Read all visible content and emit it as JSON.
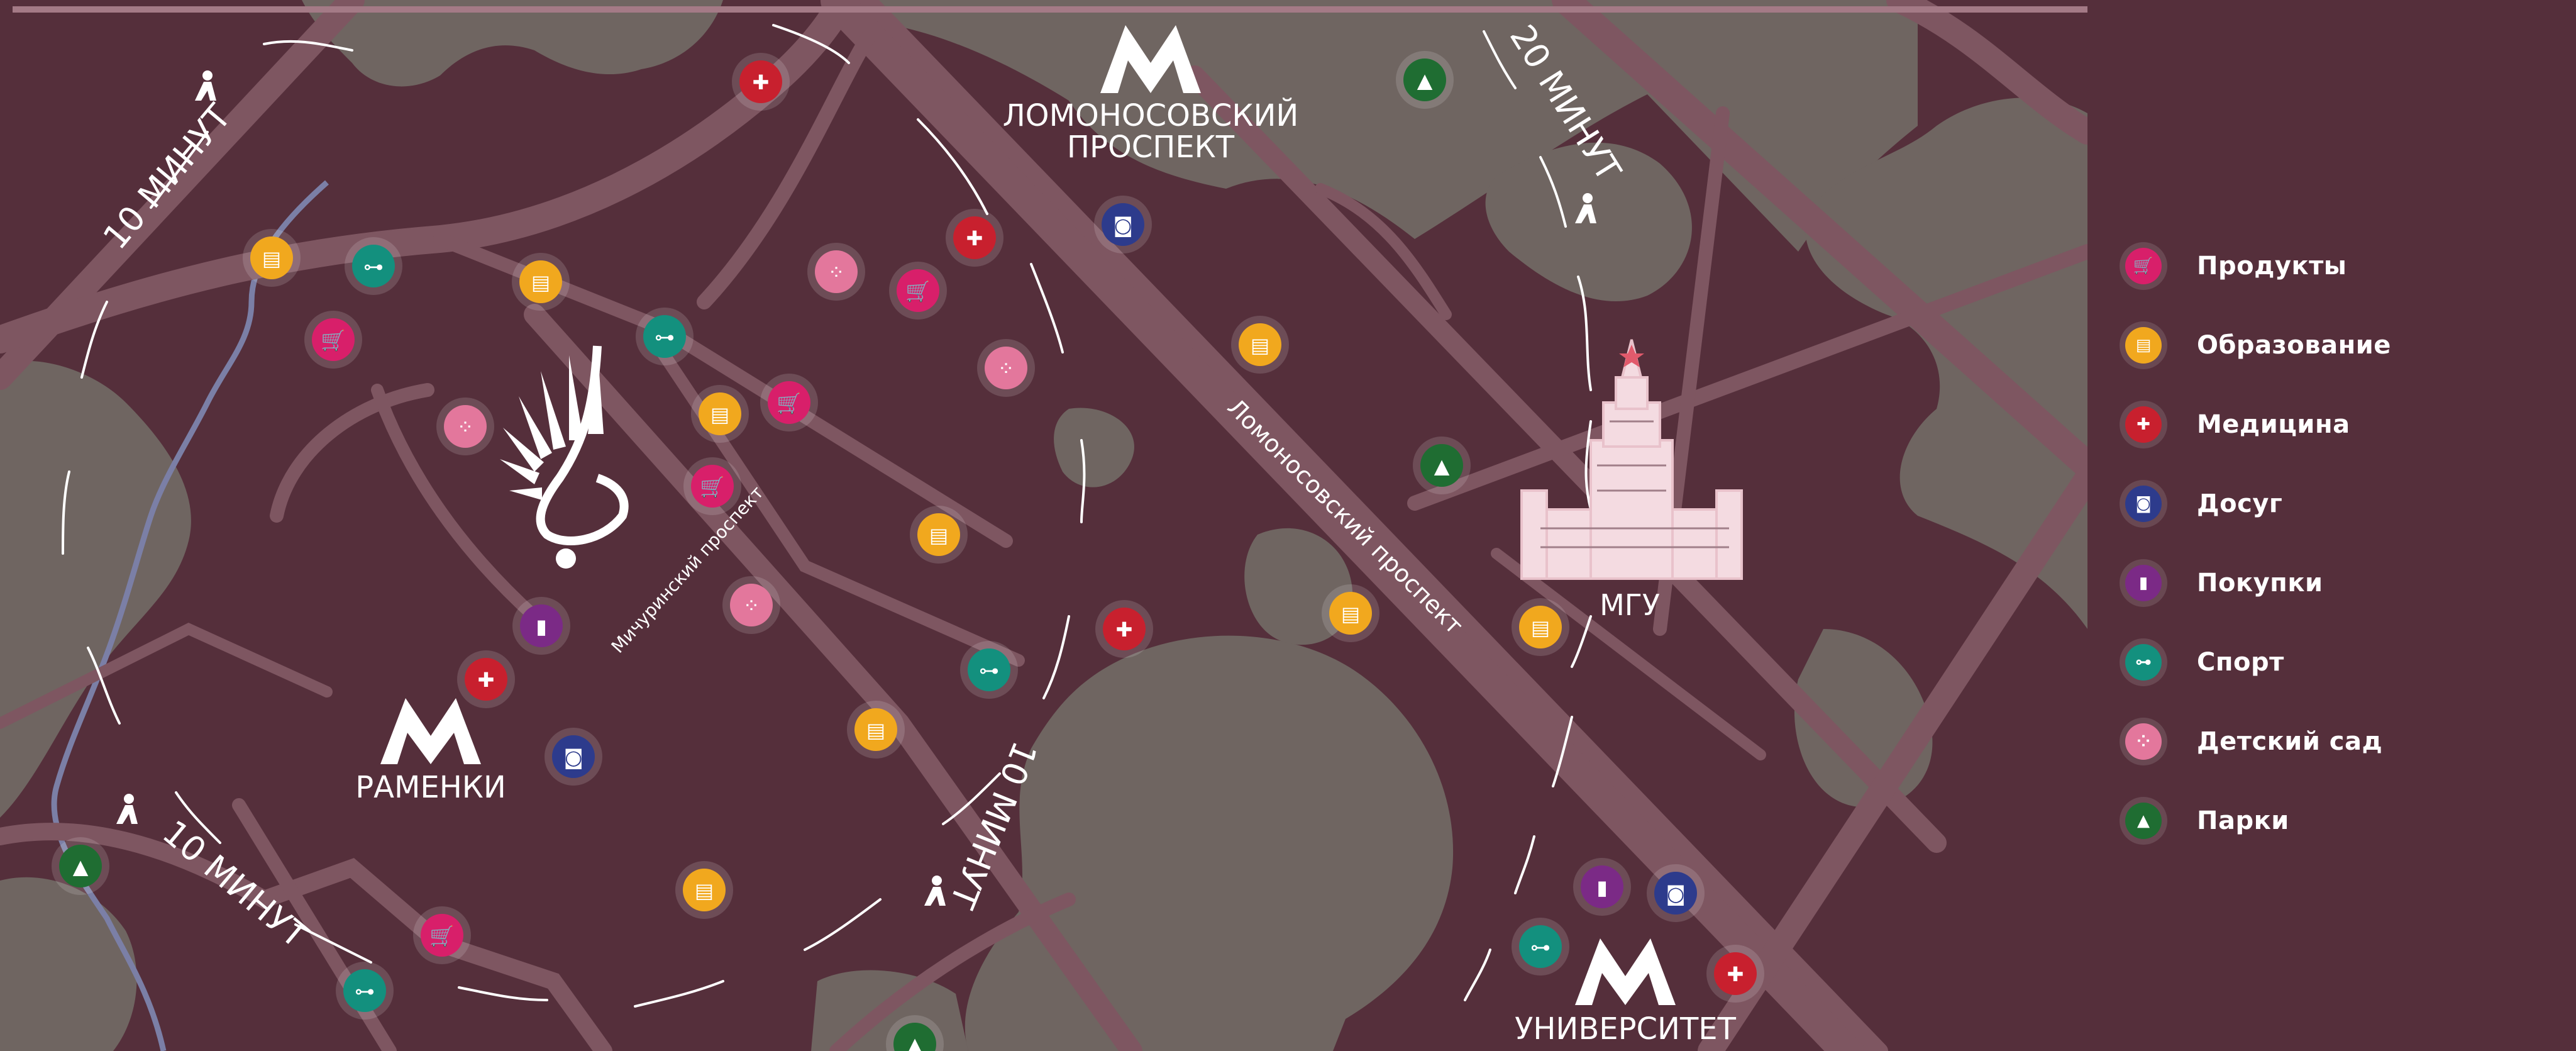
{
  "map": {
    "metro_stations": [
      {
        "id": "lomonosovsky",
        "line1": "ЛОМОНОСОВСКИЙ",
        "line2": "ПРОСПЕКТ"
      },
      {
        "id": "ramenki",
        "line1": "РАМЕНКИ",
        "line2": ""
      },
      {
        "id": "universitet",
        "line1": "УНИВЕРСИТЕТ",
        "line2": ""
      }
    ],
    "metro_symbol": "М",
    "landmark": "МГУ",
    "streets": [
      "Ломоносовский проспект",
      "Мичуринский проспект"
    ],
    "walk_labels": [
      "10 МИНУТ",
      "20 МИНУТ",
      "10 МИНУТ",
      "10 МИНУТ"
    ]
  },
  "legend": {
    "items": [
      {
        "key": "products",
        "label": "Продукты",
        "color": "#d81f6a",
        "icon": "cart-icon",
        "glyph": "🛒"
      },
      {
        "key": "education",
        "label": "Образование",
        "color": "#f1a81e",
        "icon": "book-icon",
        "glyph": "▤"
      },
      {
        "key": "medicine",
        "label": "Медицина",
        "color": "#c8202e",
        "icon": "cross-icon",
        "glyph": "✚"
      },
      {
        "key": "leisure",
        "label": "Досуг",
        "color": "#2d3b8c",
        "icon": "camera-icon",
        "glyph": "◙"
      },
      {
        "key": "shopping",
        "label": "Покупки",
        "color": "#7b2a86",
        "icon": "bag-icon",
        "glyph": "▮"
      },
      {
        "key": "sport",
        "label": "Спорт",
        "color": "#13907e",
        "icon": "dumbbell-icon",
        "glyph": "⊶"
      },
      {
        "key": "kindergarten",
        "label": "Детский сад",
        "color": "#e3779c",
        "icon": "cubes-icon",
        "glyph": "⁘"
      },
      {
        "key": "parks",
        "label": "Парки",
        "color": "#1f6d32",
        "icon": "tree-icon",
        "glyph": "▲"
      }
    ]
  },
  "colors": {
    "background": "#552f3b",
    "green_area": "#6f6561",
    "road": "#7e5661",
    "river": "#7b7fa6",
    "walk_circle": "#ffffff"
  }
}
